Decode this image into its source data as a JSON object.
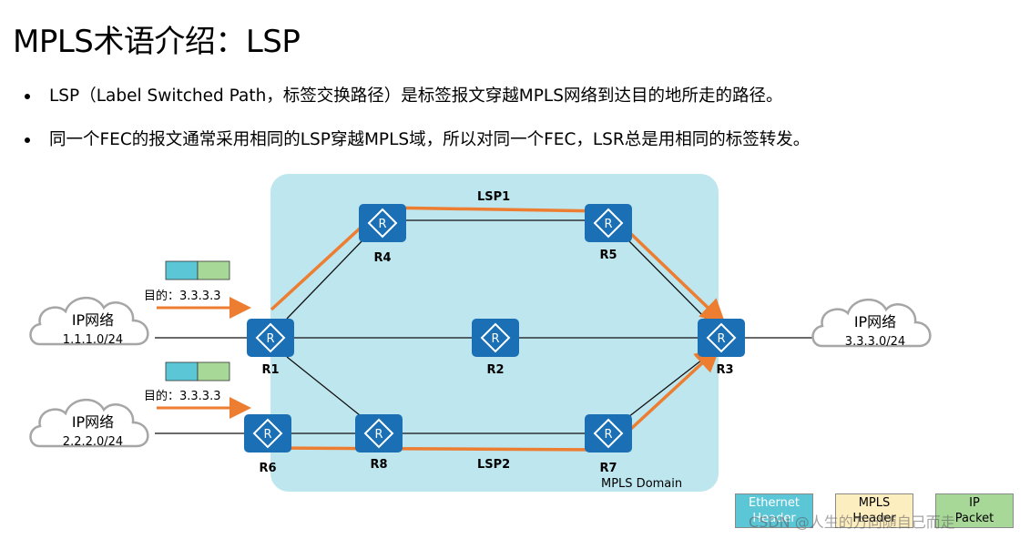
{
  "title": "MPLS术语介绍：LSP",
  "bullets": [
    "LSP（Label Switched Path，标签交换路径）是标签报文穿越MPLS网络到达目的地所走的路径。",
    "同一个FEC的报文通常采用相同的LSP穿越MPLS域，所以对同一个FEC，LSR总是用相同的标签转发。"
  ],
  "diagram": {
    "domain_label": "MPLS Domain",
    "lsp_labels": [
      "LSP1",
      "LSP2"
    ],
    "routers": [
      "R1",
      "R2",
      "R3",
      "R4",
      "R5",
      "R6",
      "R7",
      "R8"
    ],
    "router_glyph": "R",
    "clouds": [
      {
        "title": "IP网络",
        "subnet": "1.1.1.0/24"
      },
      {
        "title": "IP网络",
        "subnet": "2.2.2.0/24"
      },
      {
        "title": "IP网络",
        "subnet": "3.3.3.0/24"
      }
    ],
    "packets": [
      {
        "dest": "目的：3.3.3.3"
      },
      {
        "dest": "目的：3.3.3.3"
      }
    ],
    "colors": {
      "domain": "#bde6ee",
      "router": "#1a6fb5",
      "lsp": "#ed7d31",
      "ethernet": "#5bc6d6",
      "mpls": "#fdeec0",
      "ip": "#a8d898"
    }
  },
  "legend": [
    {
      "line1": "Ethernet",
      "line2": "Header"
    },
    {
      "line1": "MPLS",
      "line2": "Header"
    },
    {
      "line1": "IP",
      "line2": "Packet"
    }
  ],
  "watermark": "CSDN @人生的方向随自己而走"
}
